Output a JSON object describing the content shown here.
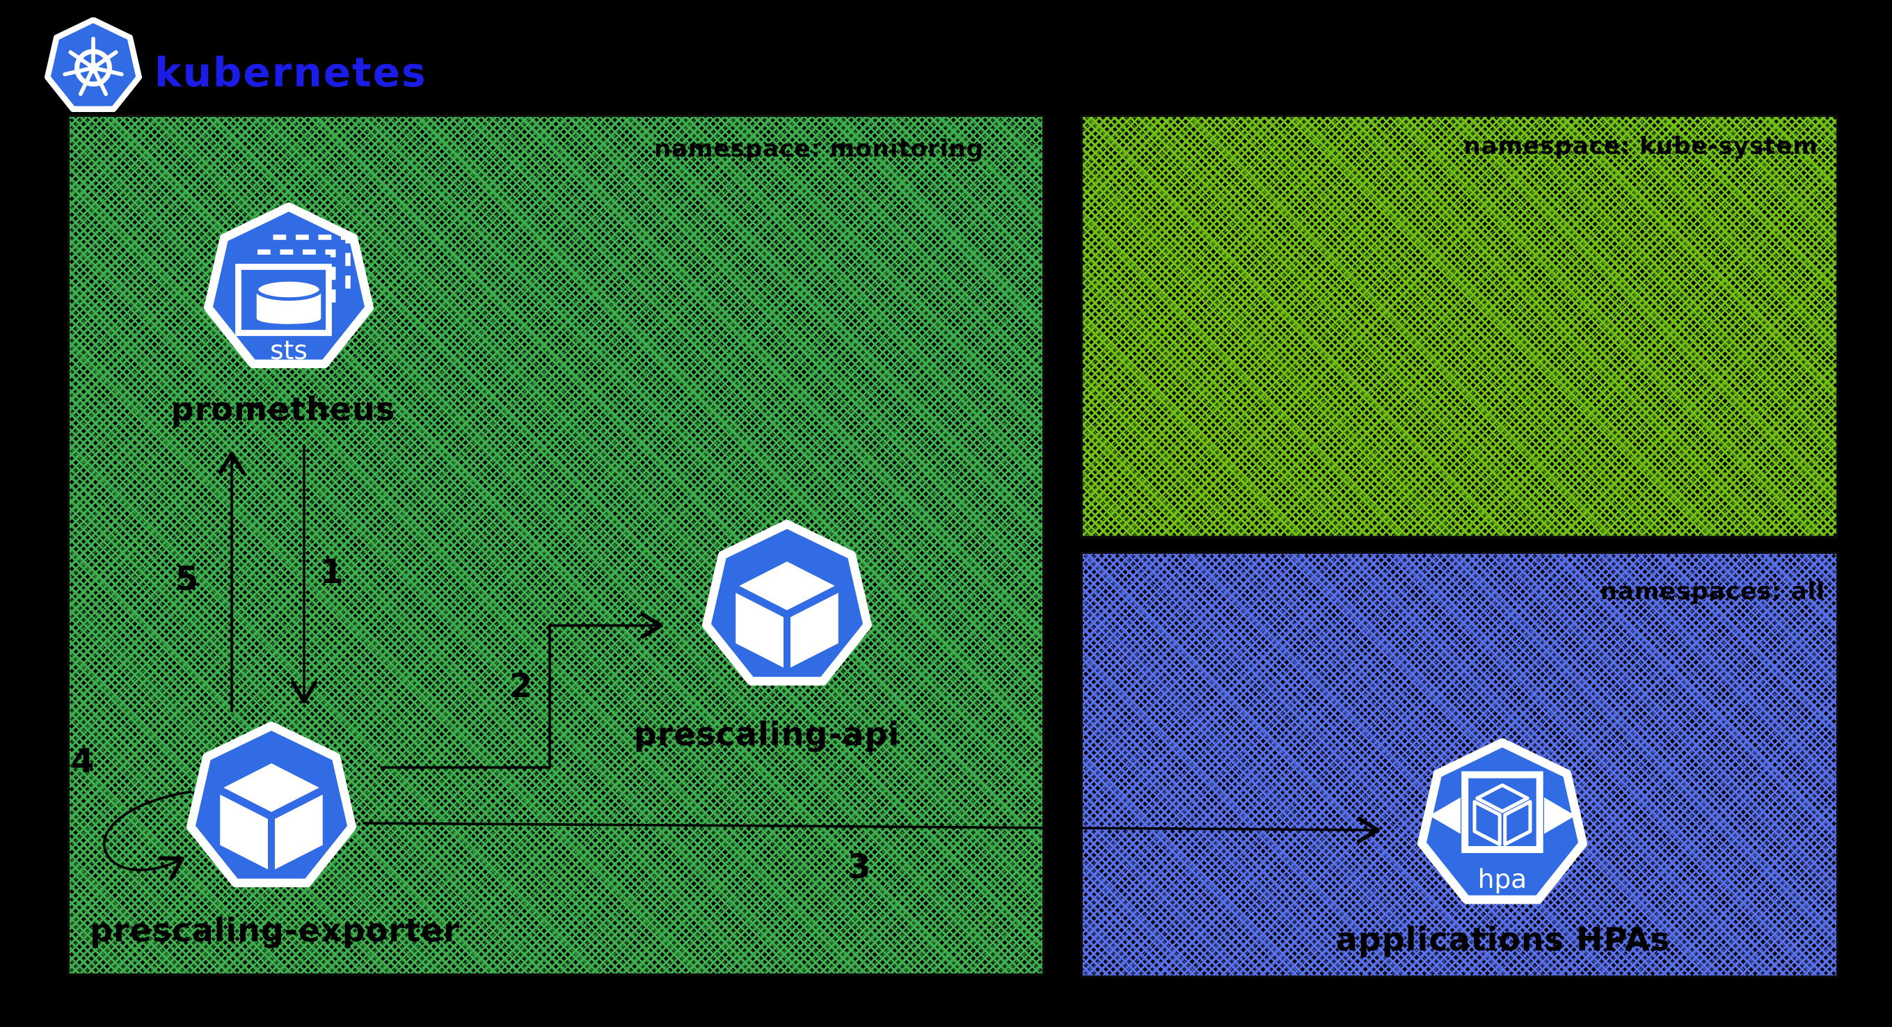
{
  "title": "kubernetes",
  "colors": {
    "background": "#000000",
    "monitoring_green": "#3fb24f",
    "kube_system_green": "#74c317",
    "all_blue": "#5a72ee",
    "kubernetes_icon_blue": "#326ce5",
    "title_blue": "#1c1ce8",
    "ink": "#000000"
  },
  "namespace_boxes": {
    "monitoring": {
      "label": "namespace: monitoring"
    },
    "kube_system": {
      "label": "namespace: kube-system"
    },
    "all": {
      "label": "namespaces: all"
    }
  },
  "nodes": {
    "prometheus": {
      "label": "prometheus",
      "badge": "sts"
    },
    "prescaling_api": {
      "label": "prescaling-api"
    },
    "prescaling_exporter": {
      "label": "prescaling-exporter"
    },
    "applications_hpas": {
      "label": "applications HPAs",
      "badge": "hpa"
    }
  },
  "edges": [
    {
      "label": "1",
      "from": "prometheus",
      "to": "prescaling-exporter"
    },
    {
      "label": "2",
      "from": "prescaling-exporter",
      "to": "prescaling-api"
    },
    {
      "label": "3",
      "from": "prescaling-exporter",
      "to": "applications HPAs"
    },
    {
      "label": "4",
      "from": "prescaling-exporter",
      "to": "prescaling-exporter"
    },
    {
      "label": "5",
      "from": "prescaling-exporter",
      "to": "prometheus"
    }
  ]
}
